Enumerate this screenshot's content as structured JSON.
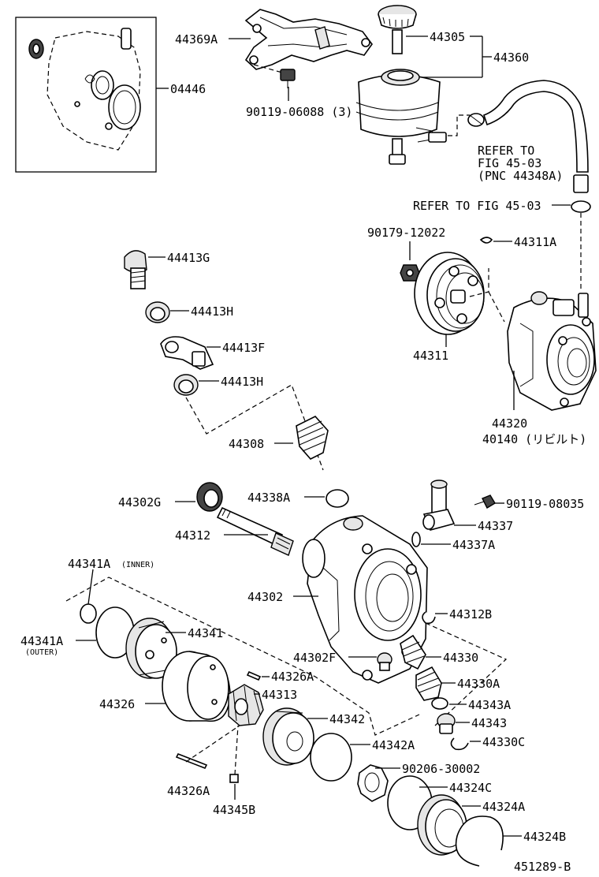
{
  "labels": {
    "p04446": "04446",
    "p44369A": "44369A",
    "p44305": "44305",
    "p44360": "44360",
    "p90119_06088": "90119-06088 (3)",
    "refer1_a": "REFER TO",
    "refer1_b": "FIG 45-03",
    "refer1_c": "(PNC 44348A)",
    "refer2": "REFER TO FIG 45-03",
    "p90179_12022": "90179-12022",
    "p44311A": "44311A",
    "p44413G": "44413G",
    "p44413H_1": "44413H",
    "p44413F": "44413F",
    "p44413H_2": "44413H",
    "p44311": "44311",
    "p44320": "44320",
    "p40140": "40140 (リビルト)",
    "p44308": "44308",
    "p44302G": "44302G",
    "p44338A": "44338A",
    "p90119_08035": "90119-08035",
    "p44337": "44337",
    "p44312": "44312",
    "p44337A": "44337A",
    "p44341A_inner": "44341A",
    "inner_note": "(INNER)",
    "p44302": "44302",
    "p44312B": "44312B",
    "p44341A_outer": "44341A",
    "outer_note": "(OUTER)",
    "p44341": "44341",
    "p44302F": "44302F",
    "p44330": "44330",
    "p44326A_1": "44326A",
    "p44326": "44326",
    "p44313": "44313",
    "p44330A": "44330A",
    "p44343A": "44343A",
    "p44342": "44342",
    "p44343": "44343",
    "p44342A": "44342A",
    "p44330C": "44330C",
    "p90206_30002": "90206-30002",
    "p44324C": "44324C",
    "p44326A_2": "44326A",
    "p44345B": "44345B",
    "p44324A": "44324A",
    "p44324B": "44324B",
    "figure_id": "451289-B"
  }
}
